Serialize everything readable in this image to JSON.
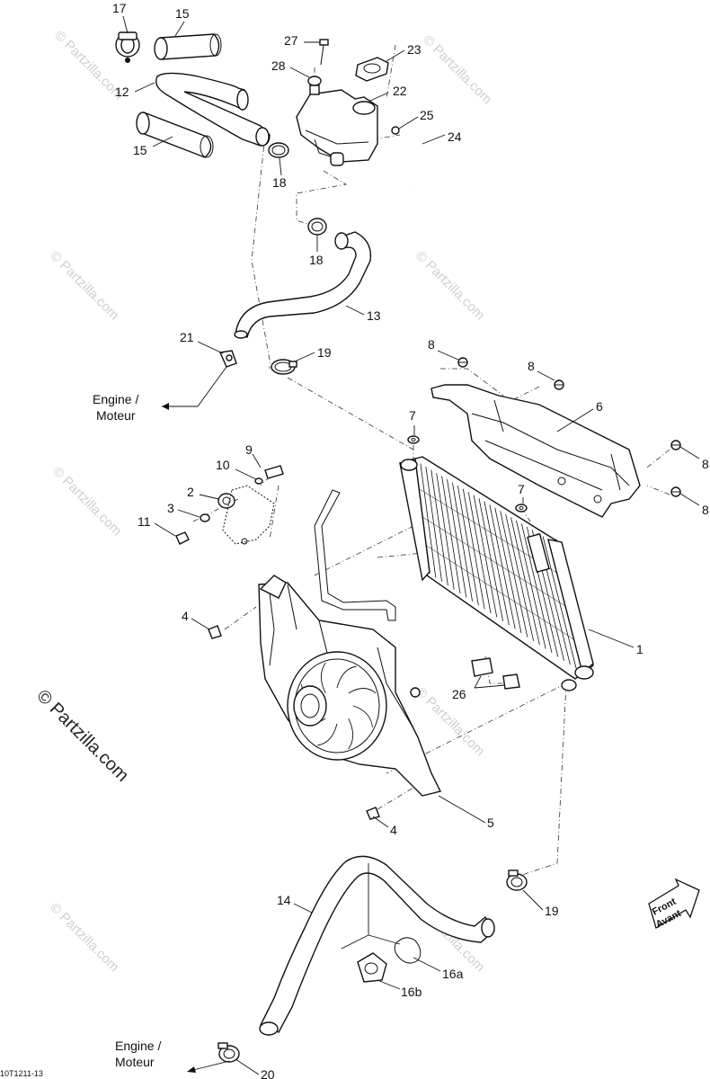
{
  "callouts": [
    {
      "id": "c17",
      "text": "17"
    },
    {
      "id": "c15a",
      "text": "15"
    },
    {
      "id": "c12",
      "text": "12"
    },
    {
      "id": "c15b",
      "text": "15"
    },
    {
      "id": "c18a",
      "text": "18"
    },
    {
      "id": "c27",
      "text": "27"
    },
    {
      "id": "c28",
      "text": "28"
    },
    {
      "id": "c23",
      "text": "23"
    },
    {
      "id": "c22",
      "text": "22"
    },
    {
      "id": "c25",
      "text": "25"
    },
    {
      "id": "c24",
      "text": "24"
    },
    {
      "id": "c18b",
      "text": "18"
    },
    {
      "id": "c13",
      "text": "13"
    },
    {
      "id": "c21",
      "text": "21"
    },
    {
      "id": "c19a",
      "text": "19"
    },
    {
      "id": "c8a",
      "text": "8"
    },
    {
      "id": "c8b",
      "text": "8"
    },
    {
      "id": "c6",
      "text": "6"
    },
    {
      "id": "c7a",
      "text": "7"
    },
    {
      "id": "c8c",
      "text": "8"
    },
    {
      "id": "c8d",
      "text": "8"
    },
    {
      "id": "c9",
      "text": "9"
    },
    {
      "id": "c10",
      "text": "10"
    },
    {
      "id": "c2",
      "text": "2"
    },
    {
      "id": "c3",
      "text": "3"
    },
    {
      "id": "c11",
      "text": "11"
    },
    {
      "id": "c7b",
      "text": "7"
    },
    {
      "id": "c4a",
      "text": "4"
    },
    {
      "id": "c1",
      "text": "1"
    },
    {
      "id": "c26",
      "text": "26"
    },
    {
      "id": "c5",
      "text": "5"
    },
    {
      "id": "c4b",
      "text": "4"
    },
    {
      "id": "c14",
      "text": "14"
    },
    {
      "id": "c19b",
      "text": "19"
    },
    {
      "id": "c16a",
      "text": "16a"
    },
    {
      "id": "c16b",
      "text": "16b"
    },
    {
      "id": "c20",
      "text": "20"
    }
  ],
  "labels": {
    "engine_top_line1": "Engine /",
    "engine_top_line2": "Moteur",
    "engine_bottom_line1": "Engine /",
    "engine_bottom_line2": "Moteur",
    "front_line1": "Front",
    "front_line2": "Avant",
    "doc_id": "10T1211-13"
  },
  "watermark": {
    "text": "© Partzilla.com",
    "big_text": "© Partzilla.com"
  }
}
